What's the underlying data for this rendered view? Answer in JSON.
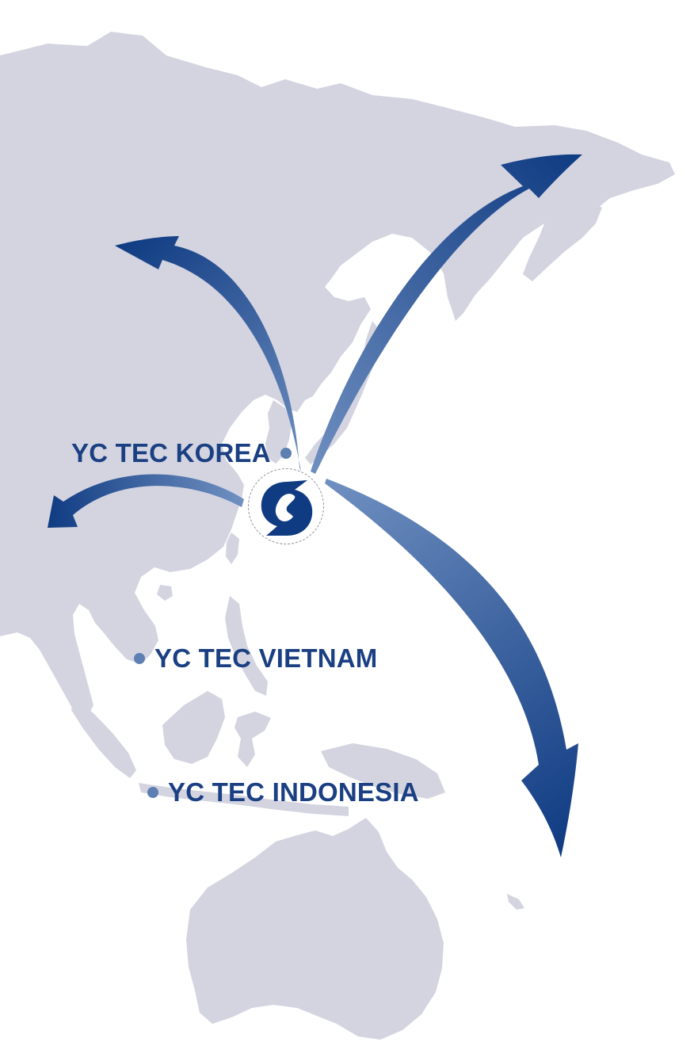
{
  "map": {
    "region": "Asia-Pacific",
    "colors": {
      "land": "#d3d4e0",
      "ocean": "#ffffff",
      "arrow_dark": "#0f3b82",
      "arrow_light": "#6f8fc0",
      "label_text": "#1a3f82",
      "dot": "#5e7fb2"
    },
    "hub": {
      "icon": "company-logo-icon"
    },
    "locations": [
      {
        "label": "YC TEC KOREA"
      },
      {
        "label": "YC TEC VIETNAM"
      },
      {
        "label": "YC TEC INDONESIA"
      }
    ],
    "routes": [
      {
        "direction": "north-west"
      },
      {
        "direction": "west"
      },
      {
        "direction": "north-east"
      },
      {
        "direction": "south-east"
      }
    ]
  }
}
